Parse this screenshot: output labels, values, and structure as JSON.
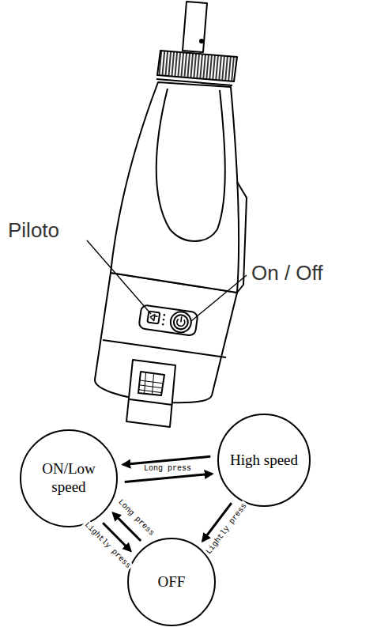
{
  "diagram": {
    "nodes": [
      {
        "text": [
          "ON/Low speed"
        ]
      },
      {
        "text": [
          "High speed"
        ]
      },
      {
        "text": [
          "OFF"
        ]
      }
    ],
    "edges": [
      {
        "from": 1,
        "to": 0,
        "arrow": "to"
      },
      {
        "from": 0,
        "to": 1,
        "arrow": "to",
        "label": "Long press"
      },
      {
        "from": 2,
        "to": 0,
        "arrow": "to",
        "label": "Long press"
      },
      {
        "from": 0,
        "to": 2,
        "arrow": "to",
        "label": "Lightly press"
      },
      {
        "from": 1,
        "to": 2,
        "arrow": "to",
        "label": "Lightly press"
      }
    ],
    "labels": [
      "Piloto",
      "On / Off"
    ]
  }
}
